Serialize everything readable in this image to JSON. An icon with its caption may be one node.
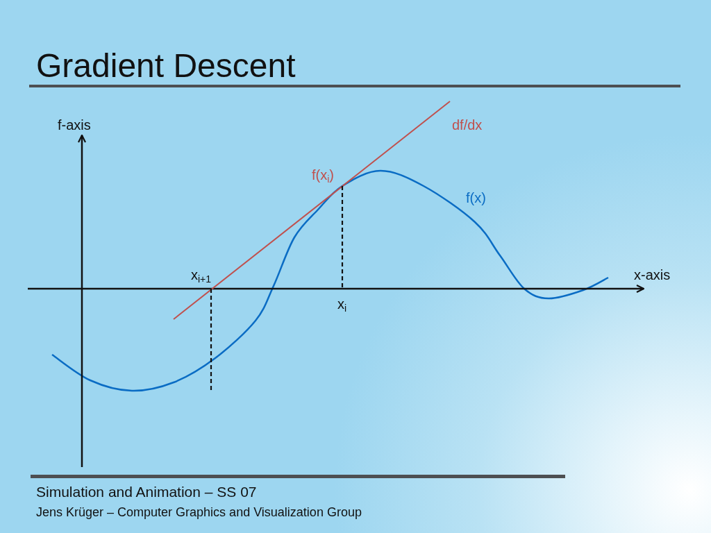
{
  "diagram": {
    "title": "Gradient Descent",
    "labels": [
      "f-axis",
      "df/dx",
      "f(x$_{i}$)",
      "f(x)",
      "x$_{i+1}$",
      "x-axis",
      "x$_{i}$",
      "Simulation and Animation – SS 07",
      "Jens Krüger – Computer Graphics and Visualization Group"
    ]
  }
}
